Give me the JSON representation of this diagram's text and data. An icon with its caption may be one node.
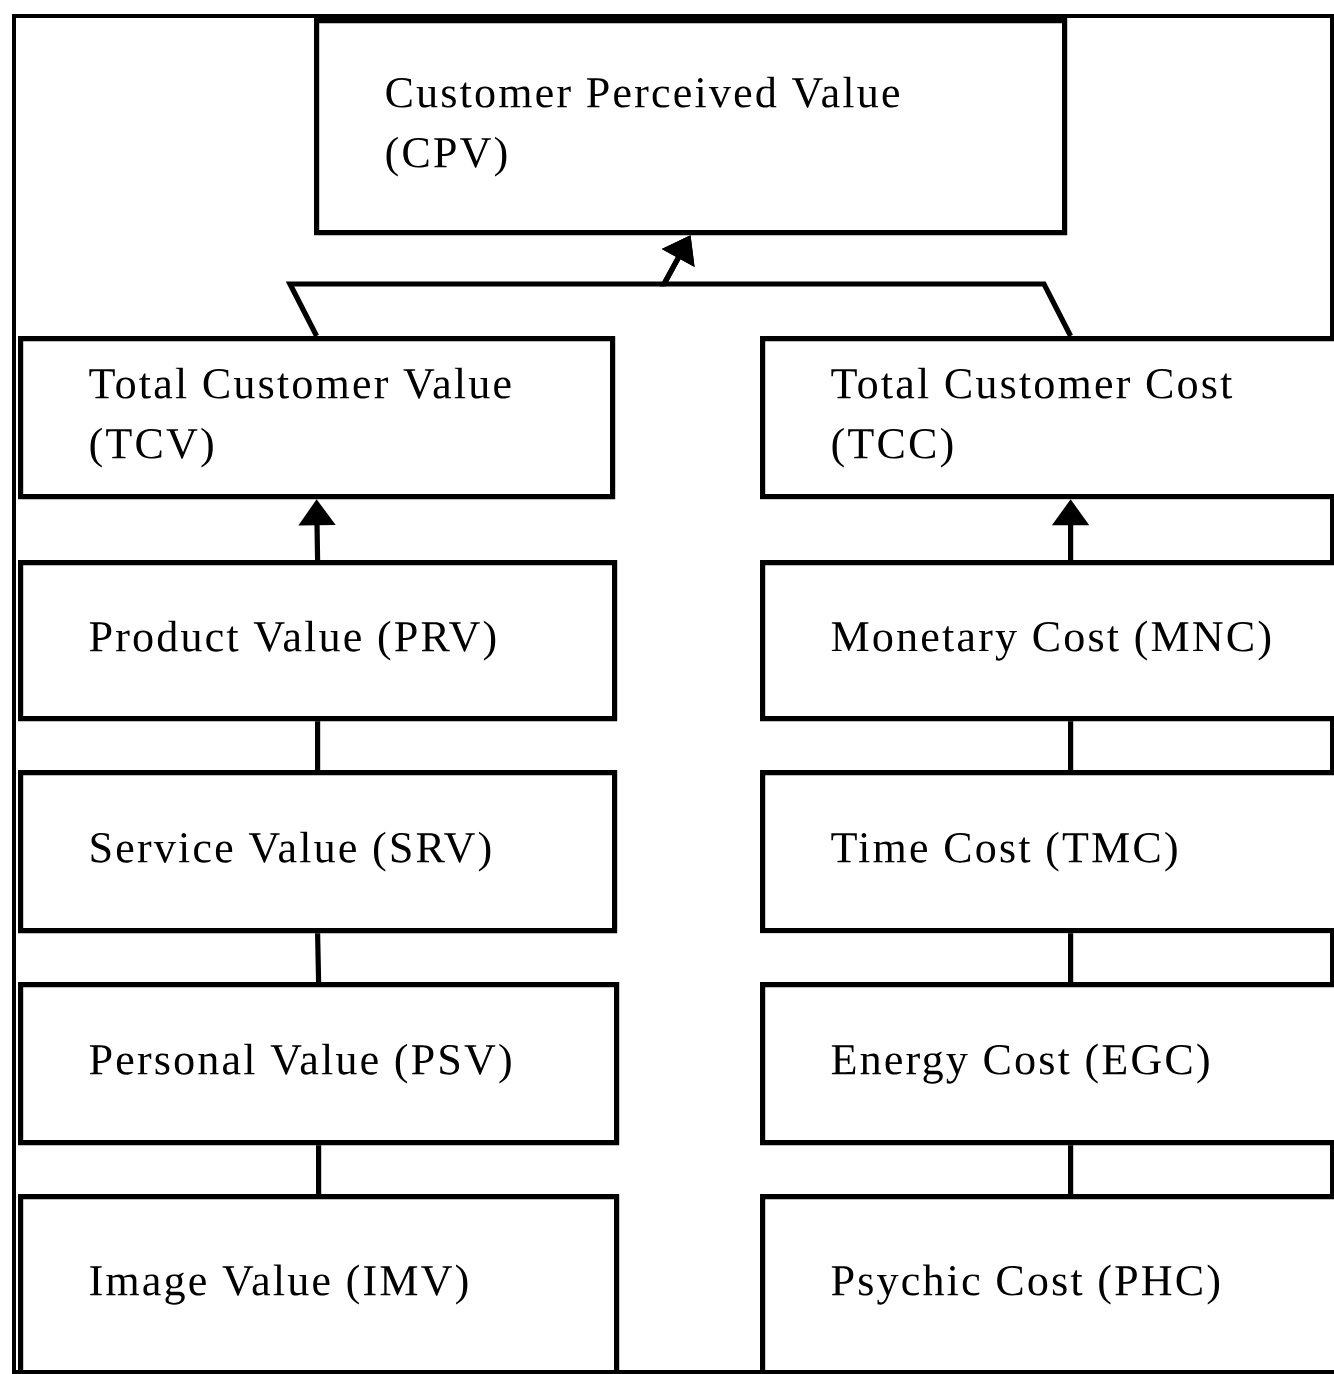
{
  "diagram": {
    "nodes": [
      {
        "text": [
          "Customer Perceived Value (CPV)"
        ]
      },
      {
        "text": [
          "Total Customer Value (TCV)"
        ]
      },
      {
        "text": [
          "Total Customer Cost (TCC)"
        ]
      },
      {
        "text": [
          "Product Value (PRV)"
        ]
      },
      {
        "text": [
          "Service Value (SRV)"
        ]
      },
      {
        "text": [
          "Personal Value (PSV)"
        ]
      },
      {
        "text": [
          "Image Value (IMV)"
        ]
      },
      {
        "text": [
          "Monetary Cost (MNC)"
        ]
      },
      {
        "text": [
          "Time Cost (TMC)"
        ]
      },
      {
        "text": [
          "Energy Cost (EGC)"
        ]
      },
      {
        "text": [
          "Psychic Cost (PHC)"
        ]
      }
    ],
    "edges": [
      {
        "from": 1,
        "to": 0,
        "arrow": "to"
      },
      {
        "from": 2,
        "to": 0,
        "arrow": "to"
      },
      {
        "from": 3,
        "to": 1,
        "arrow": "to"
      },
      {
        "from": 4,
        "to": 3,
        "arrow": "none"
      },
      {
        "from": 5,
        "to": 4,
        "arrow": "none"
      },
      {
        "from": 6,
        "to": 5,
        "arrow": "none"
      },
      {
        "from": 7,
        "to": 2,
        "arrow": "to"
      },
      {
        "from": 8,
        "to": 7,
        "arrow": "none"
      },
      {
        "from": 9,
        "to": 8,
        "arrow": "none"
      },
      {
        "from": 10,
        "to": 9,
        "arrow": "none"
      }
    ]
  }
}
